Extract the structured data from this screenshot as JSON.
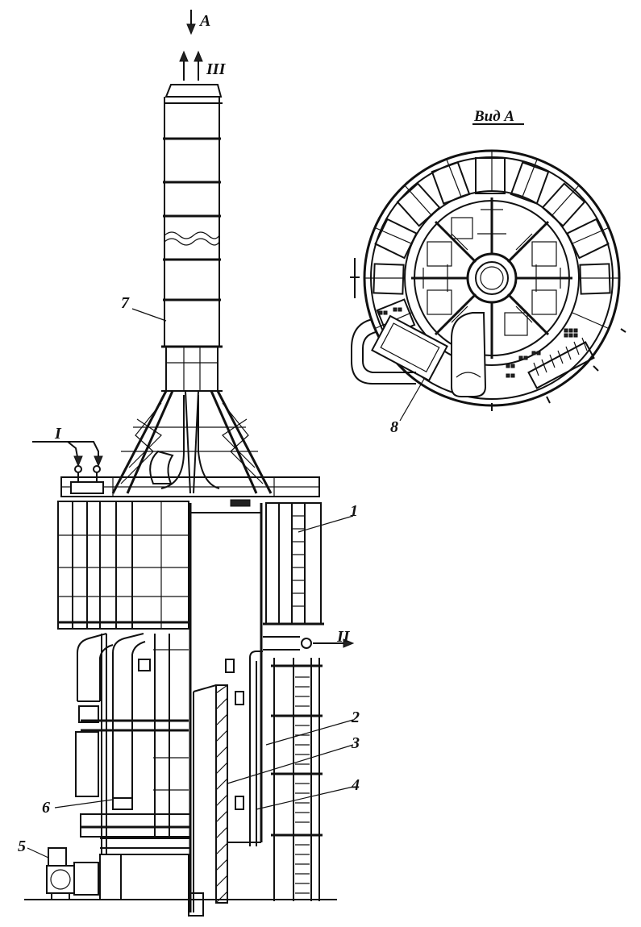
{
  "view_title": "Вид А",
  "labels": {
    "a": "А",
    "one": "I",
    "two": "II",
    "three": "III",
    "n1": "1",
    "n2": "2",
    "n3": "3",
    "n4": "4",
    "n5": "5",
    "n6": "6",
    "n7": "7",
    "n8": "8"
  }
}
